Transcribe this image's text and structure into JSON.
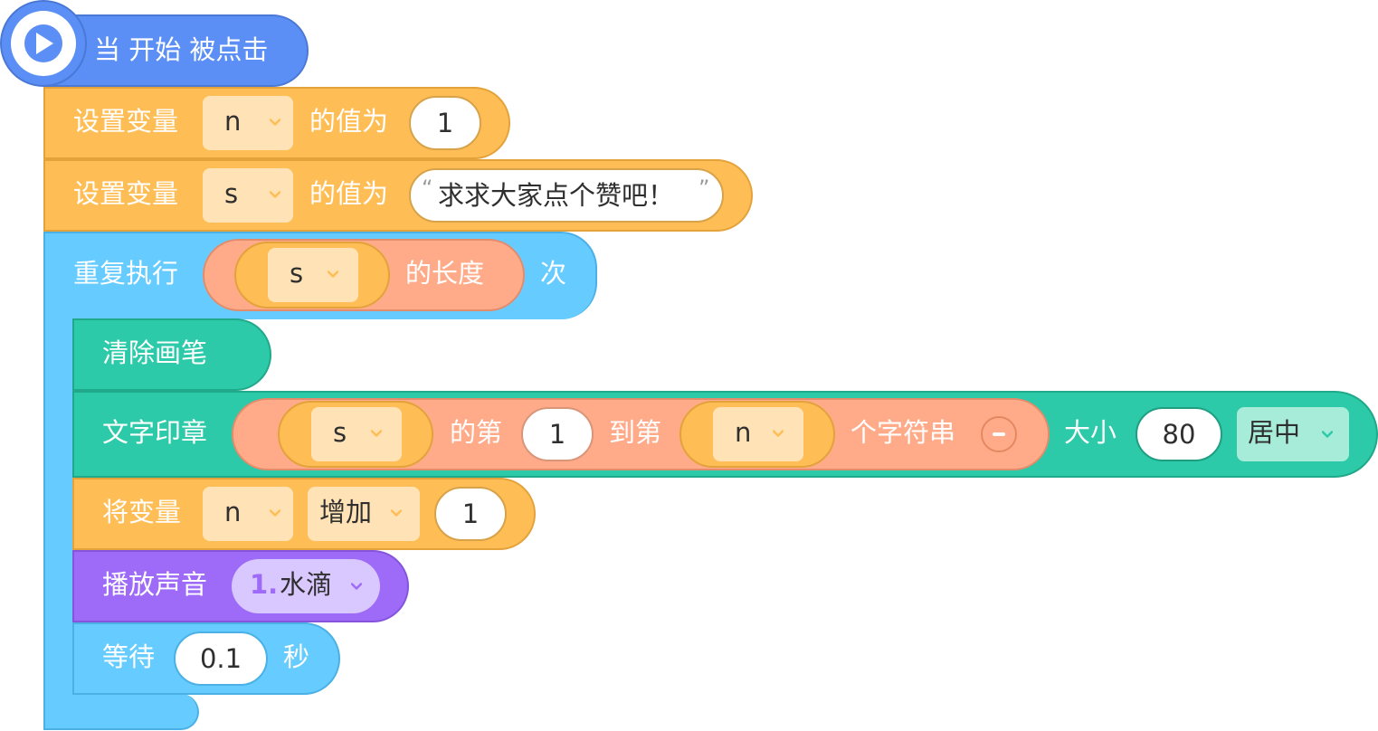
{
  "hat": {
    "label": "当 开始 被点击"
  },
  "set_n": {
    "label": "设置变量",
    "var": "n",
    "mid": "的值为",
    "value": "1"
  },
  "set_s": {
    "label": "设置变量",
    "var": "s",
    "mid": "的值为",
    "open_quote": "“",
    "value": "求求大家点个赞吧！",
    "close_quote": "”"
  },
  "repeat": {
    "label": "重复执行",
    "var": "s",
    "length_label": "的长度",
    "suffix": "次"
  },
  "clear": {
    "label": "清除画笔"
  },
  "stamp": {
    "label": "文字印章",
    "var1": "s",
    "from_label": "的第",
    "from_value": "1",
    "to_label": "到第",
    "var2": "n",
    "substr_label": "个字符串",
    "size_label": "大小",
    "size_value": "80",
    "align": "居中"
  },
  "change": {
    "label": "将变量",
    "var": "n",
    "op": "增加",
    "value": "1"
  },
  "sound": {
    "label": "播放声音",
    "index": "1.",
    "name": "水滴"
  },
  "wait": {
    "label": "等待",
    "value": "0.1",
    "unit": "秒"
  },
  "colors": {
    "events": "#5b8ff6",
    "variables": "#ffbd55",
    "control": "#66ccff",
    "pen": "#2ccaa8",
    "operators": "#ffab8a",
    "sound": "#9e6af8"
  }
}
